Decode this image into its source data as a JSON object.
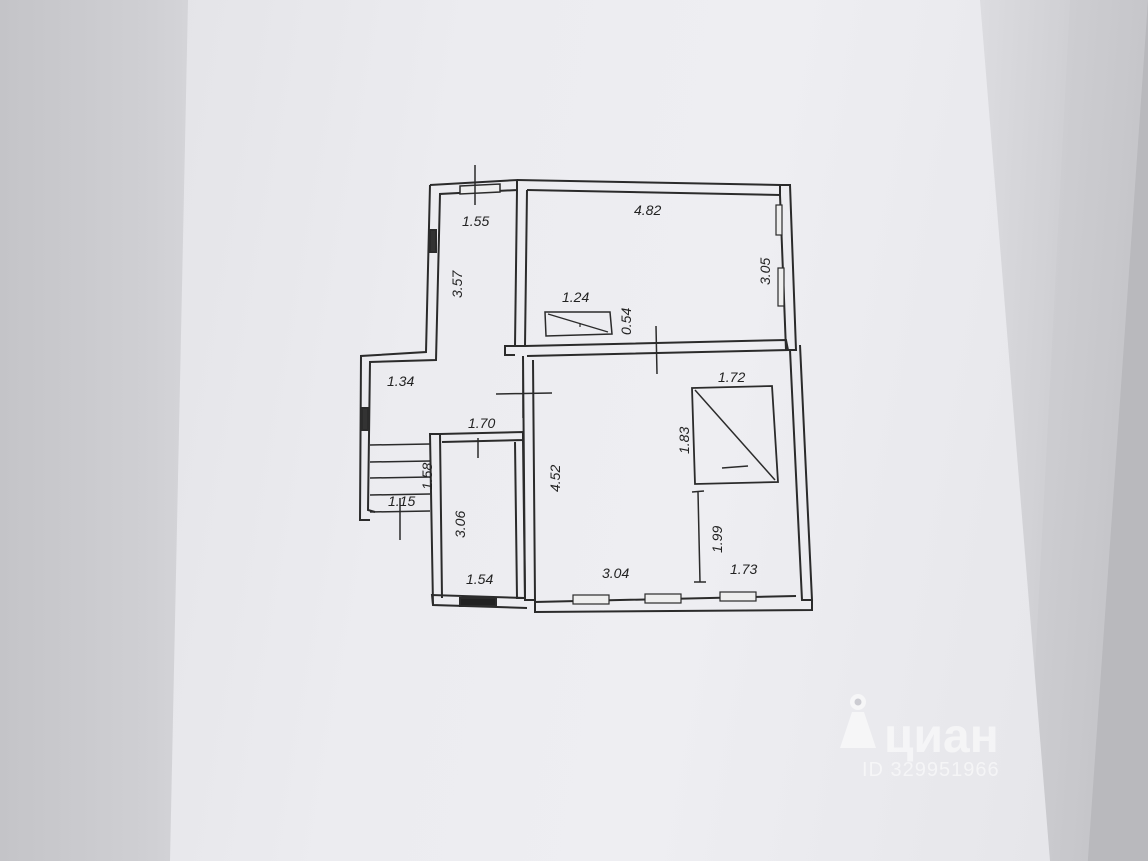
{
  "plan": {
    "dimensions": {
      "kitchen_width": "4.82",
      "kitchen_depth": "3.05",
      "stove_width": "1.24",
      "stove_depth": "0.54",
      "corridor_top_width": "1.55",
      "corridor_length": "3.57",
      "entry_width": "1.34",
      "passage_width": "1.70",
      "stair_length": "1.58",
      "stair_width": "1.15",
      "bath_length": "3.06",
      "bath_width": "1.54",
      "room_length": "4.52",
      "room_width": "3.04",
      "oven_width": "1.72",
      "oven_length": "1.83",
      "alcove_length": "1.99",
      "alcove_width": "1.73"
    }
  },
  "watermark": {
    "brand": "циан",
    "id": "ID 329951966"
  }
}
